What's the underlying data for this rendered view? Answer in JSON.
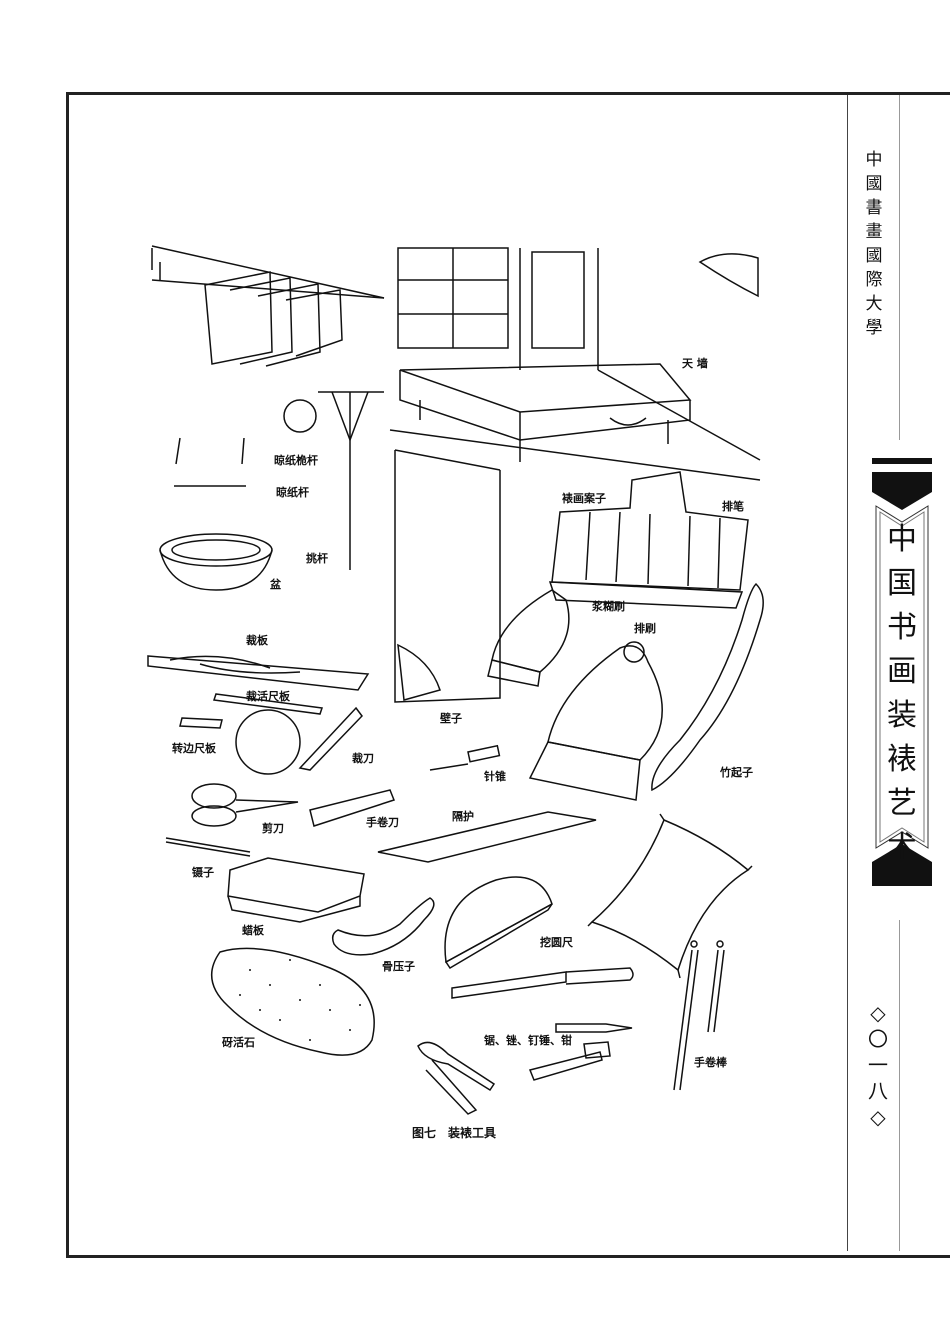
{
  "sidebar": {
    "series_title": "中國書畫國際大學",
    "book_title": "中国书画装裱艺术",
    "page_number": "◇〇一八◇"
  },
  "figure": {
    "caption": "图七　装裱工具",
    "labels": {
      "tian_qiang": "天 墙",
      "liang_zhi_wei_gan": "晾纸桅杆",
      "liang_zhi_gan": "晾纸杆",
      "tiao_gan": "挑杆",
      "pen": "盆",
      "biao_hua_an_zi": "裱画案子",
      "pai_bi": "排笔",
      "jiang_hu_shua": "浆糊刷",
      "pai_shua": "排刷",
      "cai_ban": "裁板",
      "cai_huo_chi_ban": "裁活尺板",
      "zhuan_bian_chi_ban": "转边尺板",
      "bi_zi": "壁子",
      "cai_dao": "裁刀",
      "zhen_zhui": "针锥",
      "zhu_qi_zi": "竹起子",
      "jian_dao": "剪刀",
      "shou_juan_dao": "手卷刀",
      "ge_hu": "隔护",
      "nie_zi": "镊子",
      "la_ban": "蜡板",
      "gu_ya_zi": "骨压子",
      "wa_yuan_chi": "挖圆尺",
      "mo_huo_shi": "砑活石",
      "tools_set": "锯、锉、钉锤、钳",
      "shou_juan_bang": "手卷棒"
    }
  }
}
